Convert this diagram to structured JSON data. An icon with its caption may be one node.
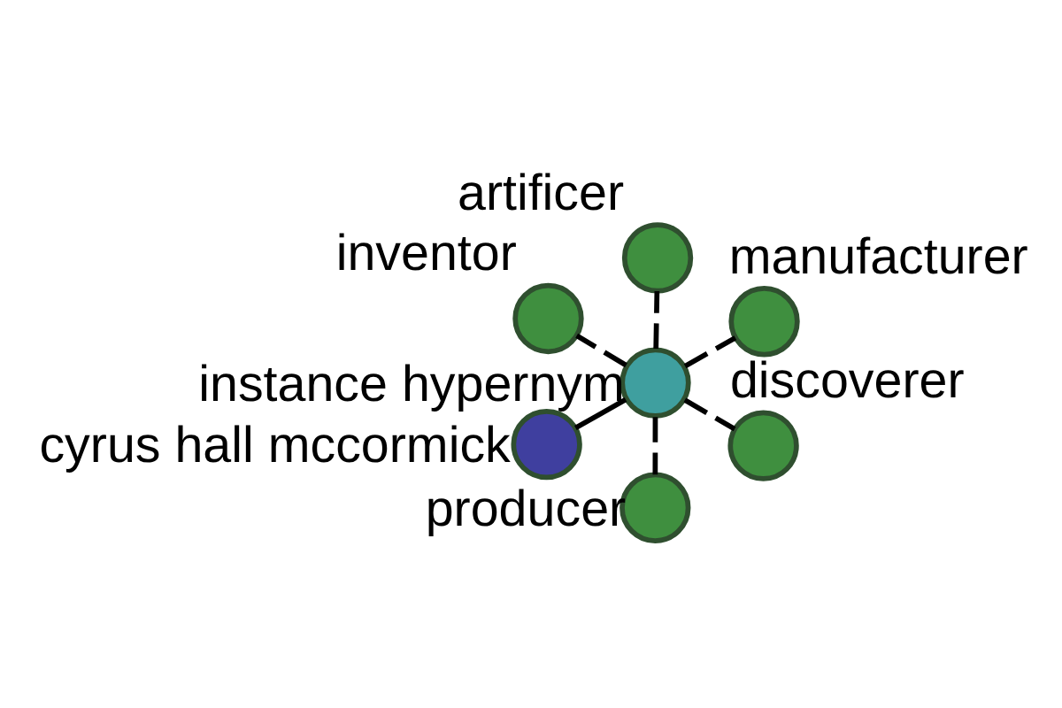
{
  "diagram": {
    "nodes": [
      {
        "text": [
          "instance hypernym"
        ]
      },
      {
        "text": [
          "discoverer"
        ]
      },
      {
        "text": [
          "producer"
        ]
      },
      {
        "text": [
          "inventor"
        ]
      },
      {
        "text": [
          "manufacturer"
        ]
      },
      {
        "text": [
          "artificer"
        ]
      },
      {
        "text": [
          "cyrus hall mccormick"
        ]
      }
    ],
    "edges": [
      {
        "from": 0,
        "to": 1,
        "arrow": "none",
        "style": "dashed"
      },
      {
        "from": 0,
        "to": 2,
        "arrow": "none",
        "style": "dashed"
      },
      {
        "from": 0,
        "to": 3,
        "arrow": "none",
        "style": "dashed"
      },
      {
        "from": 0,
        "to": 4,
        "arrow": "none",
        "style": "dashed"
      },
      {
        "from": 0,
        "to": 5,
        "arrow": "none",
        "style": "dashed"
      },
      {
        "from": 0,
        "to": 6,
        "arrow": "none"
      }
    ]
  }
}
